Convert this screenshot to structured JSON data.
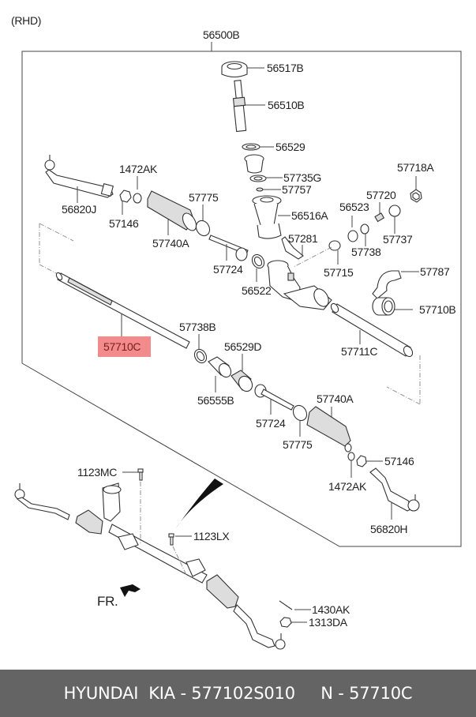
{
  "header": {
    "variant": "(RHD)"
  },
  "assembly": {
    "part_no": "56500B"
  },
  "highlight": {
    "part_no": "57710C",
    "color": "#f28b8b"
  },
  "labels": {
    "p56517B": "56517B",
    "p56510B": "56510B",
    "p56529": "56529",
    "p57735G": "57735G",
    "p57757": "57757",
    "p56516A": "56516A",
    "p57718A": "57718A",
    "p57720": "57720",
    "p56523": "56523",
    "p57737": "57737",
    "p57738": "57738",
    "p57281": "57281",
    "p57715": "57715",
    "p57787": "57787",
    "p57710B": "57710B",
    "p57711C": "57711C",
    "p1472AK_l": "1472AK",
    "p56820J": "56820J",
    "p57146_l": "57146",
    "p57740A_l": "57740A",
    "p57775_l": "57775",
    "p57724_l": "57724",
    "p56522": "56522",
    "p57710C": "57710C",
    "p57738B": "57738B",
    "p56529D": "56529D",
    "p56555B": "56555B",
    "p57724_r": "57724",
    "p57740A_r": "57740A",
    "p57775_r": "57775",
    "p57146_r": "57146",
    "p1472AK_r": "1472AK",
    "p56820H": "56820H",
    "p1123MC": "1123MC",
    "p1123LX": "1123LX",
    "p1430AK": "1430AK",
    "p1313DA": "1313DA",
    "front": "FR."
  },
  "footer": {
    "brand": "HYUNDAI  KIA - 577102S010",
    "oem": "N - 57710C"
  }
}
